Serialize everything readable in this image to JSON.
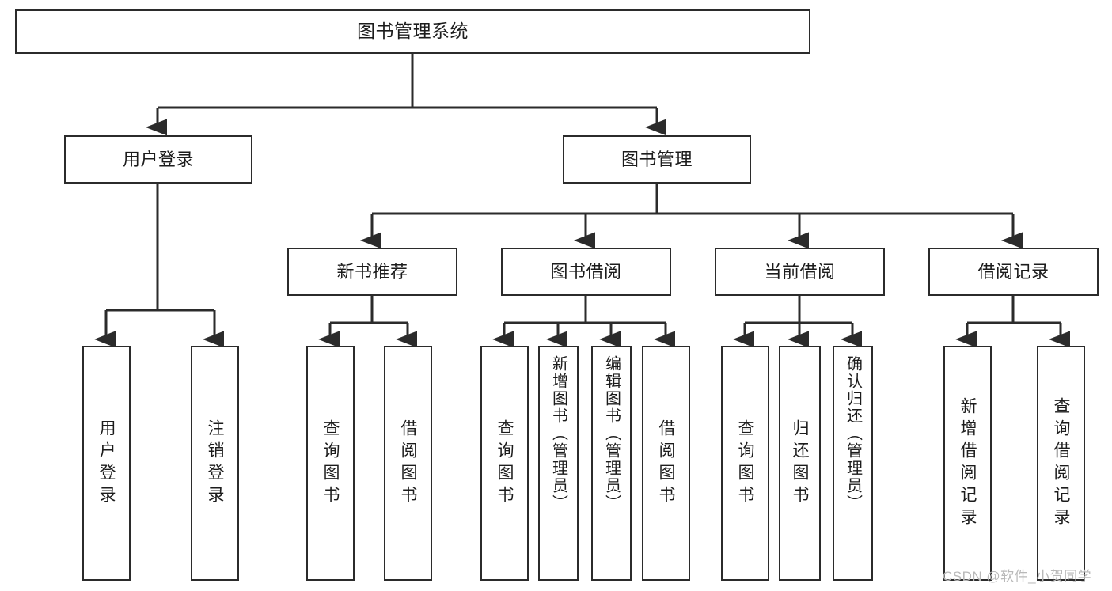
{
  "diagram": {
    "title": "图书管理系统",
    "type": "tree-hierarchy-chart",
    "root": {
      "label": "图书管理系统"
    },
    "level2": [
      {
        "label": "用户登录"
      },
      {
        "label": "图书管理"
      }
    ],
    "level3": [
      {
        "label": "新书推荐"
      },
      {
        "label": "图书借阅"
      },
      {
        "label": "当前借阅"
      },
      {
        "label": "借阅记录"
      }
    ],
    "leaves": {
      "user_login": [
        {
          "label": "用户登录"
        },
        {
          "label": "注销登录"
        }
      ],
      "new_book_recommend": [
        {
          "label": "查询图书"
        },
        {
          "label": "借阅图书"
        }
      ],
      "book_borrow": [
        {
          "label": "查询图书"
        },
        {
          "label": "新增图书（管理员）"
        },
        {
          "label": "编辑图书（管理员）"
        },
        {
          "label": "借阅图书"
        }
      ],
      "current_borrow": [
        {
          "label": "查询图书"
        },
        {
          "label": "归还图书"
        },
        {
          "label": "确认归还（管理员）"
        }
      ],
      "borrow_record": [
        {
          "label": "新增借阅记录"
        },
        {
          "label": "查询借阅记录"
        }
      ]
    }
  },
  "watermark": {
    "text": "CSDN @软件_小贺同学"
  },
  "colors": {
    "stroke": "#2b2b2b",
    "fill": "#ffffff",
    "text": "#1c1c1c",
    "watermark": "#b9b9b9"
  }
}
